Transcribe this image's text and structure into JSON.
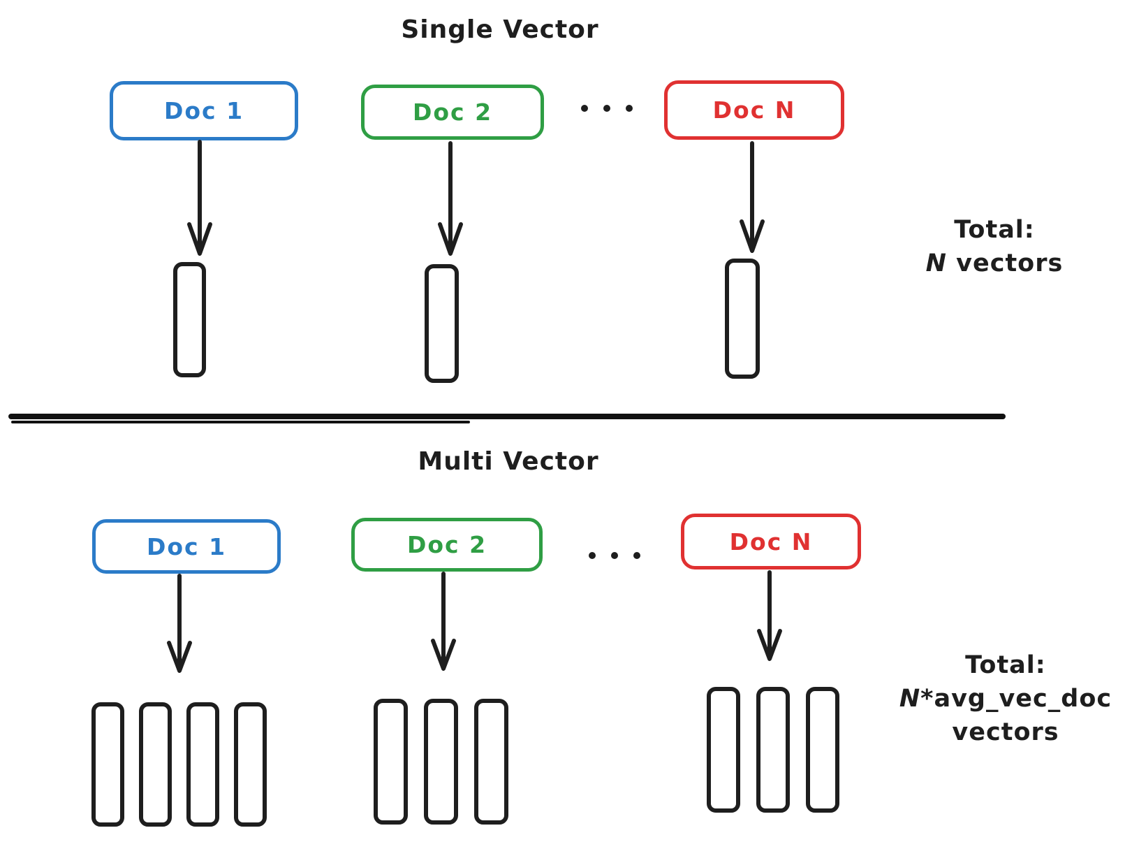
{
  "single": {
    "title": "Single Vector",
    "docs": [
      {
        "label": "Doc 1",
        "color": "#2b7bc8"
      },
      {
        "label": "Doc 2",
        "color": "#2f9e44"
      },
      {
        "label": "Doc N",
        "color": "#e03131"
      }
    ],
    "vectors_per_doc": [
      1,
      1,
      1
    ],
    "total": {
      "line1": "Total:",
      "n": "N",
      "rest": " vectors"
    }
  },
  "multi": {
    "title": "Multi Vector",
    "docs": [
      {
        "label": "Doc 1",
        "color": "#2b7bc8"
      },
      {
        "label": "Doc 2",
        "color": "#2f9e44"
      },
      {
        "label": "Doc N",
        "color": "#e03131"
      }
    ],
    "vectors_per_doc": [
      4,
      3,
      3
    ],
    "total": {
      "line1": "Total:",
      "n": "N",
      "rest": "*avg_vec_doc",
      "line3": "vectors"
    }
  },
  "colors": {
    "blue": "#2b7bc8",
    "green": "#2f9e44",
    "red": "#e03131",
    "stroke": "#1e1e1e"
  }
}
